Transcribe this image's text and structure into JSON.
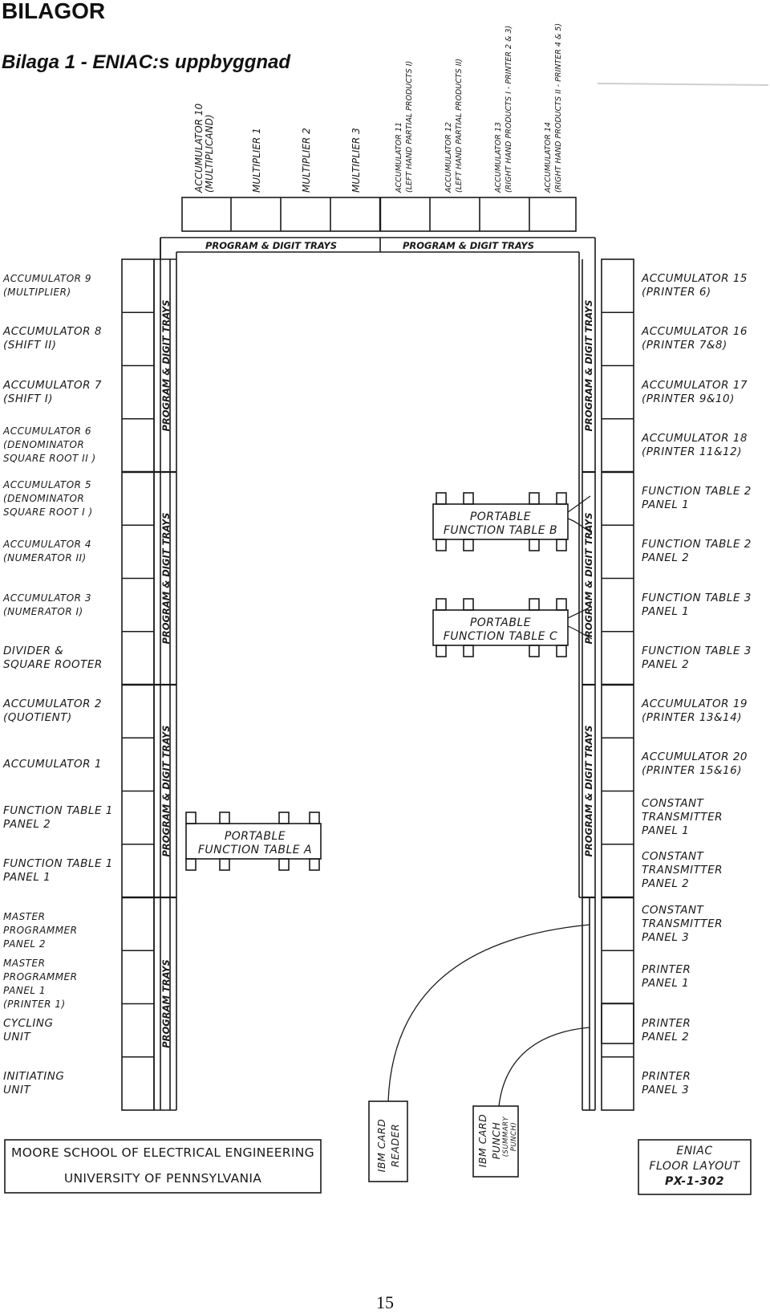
{
  "header": {
    "title": "BILAGOR",
    "subtitle": "Bilaga 1 - ENIAC:s uppbyggnad"
  },
  "layout": {
    "top_units": [
      "ACCUMULATOR 10 (MULTIPLICAND)",
      "MULTIPLIER 1",
      "MULTIPLIER 2",
      "MULTIPLIER 3",
      "ACCUMULATOR 11 (LEFT HAND PARTIAL PRODUCTS I)",
      "ACCUMULATOR 12 (LEFT HAND PARTIAL PRODUCTS II)",
      "ACCUMULATOR 13 (RIGHT HAND PRODUCTS I - PRINTER 2 & 3)",
      "ACCUMULATOR 14 (RIGHT HAND PRODUCTS II - PRINTER 4 & 5)"
    ],
    "top_trays": [
      "PROGRAM & DIGIT TRAYS",
      "PROGRAM & DIGIT TRAYS"
    ],
    "left_units": [
      "ACCUMULATOR 9\n(MULTIPLIER)",
      "ACCUMULATOR 8\n(SHIFT II)",
      "ACCUMULATOR 7\n(SHIFT I)",
      "ACCUMULATOR 6\n(DENOMINATOR\nSQUARE ROOT II )",
      "ACCUMULATOR 5\n(DENOMINATOR\nSQUARE ROOT I )",
      "ACCUMULATOR 4\n(NUMERATOR II)",
      "ACCUMULATOR 3\n(NUMERATOR I)",
      "DIVIDER &\nSQUARE ROOTER",
      "ACCUMULATOR 2\n(QUOTIENT)",
      "ACCUMULATOR 1",
      "FUNCTION TABLE 1\nPANEL 2",
      "FUNCTION TABLE 1\nPANEL 1",
      "MASTER PROGRAMMER\nPANEL 2",
      "MASTER PROGRAMMER\nPANEL 1\n(PRINTER 1)",
      "CYCLING\nUNIT",
      "INITIATING\nUNIT"
    ],
    "right_units": [
      "ACCUMULATOR 15\n(PRINTER 6)",
      "ACCUMULATOR 16\n(PRINTER 7&8)",
      "ACCUMULATOR 17\n(PRINTER 9&10)",
      "ACCUMULATOR 18\n(PRINTER 11&12)",
      "FUNCTION TABLE 2\nPANEL 1",
      "FUNCTION TABLE 2\nPANEL 2",
      "FUNCTION TABLE 3\nPANEL 1",
      "FUNCTION TABLE 3\nPANEL 2",
      "ACCUMULATOR 19\n(PRINTER 13&14)",
      "ACCUMULATOR 20\n(PRINTER 15&16)",
      "CONSTANT\nTRANSMITTER\nPANEL 1",
      "CONSTANT\nTRANSMITTER\nPANEL 2",
      "CONSTANT\nTRANSMITTER\nPANEL 3",
      "PRINTER\nPANEL 1",
      "PRINTER\nPANEL 2",
      "PRINTER\nPANEL 3"
    ],
    "left_trays": [
      "PROGRAM & DIGIT TRAYS",
      "PROGRAM & DIGIT TRAYS",
      "PROGRAM & DIGIT TRAYS",
      "PROGRAM TRAYS"
    ],
    "right_trays": [
      "PROGRAM & DIGIT TRAYS",
      "PROGRAM & DIGIT TRAYS",
      "PROGRAM & DIGIT TRAYS"
    ],
    "portable_a": "PORTABLE\nFUNCTION TABLE A",
    "portable_b": "PORTABLE\nFUNCTION TABLE B",
    "portable_c": "PORTABLE\nFUNCTION TABLE C",
    "card_reader": "IBM CARD\nREADER",
    "card_punch": "IBM CARD\nPUNCH",
    "card_punch_note": "(SUMMARY\nPUNCH)",
    "school_line1": "MOORE SCHOOL OF ELECTRICAL ENGINEERING",
    "school_line2": "UNIVERSITY OF PENNSYLVANIA",
    "layout_line1": "ENIAC",
    "layout_line2": "FLOOR LAYOUT",
    "layout_line3": "PX-1-302"
  },
  "footer": {
    "page_number": "15"
  }
}
